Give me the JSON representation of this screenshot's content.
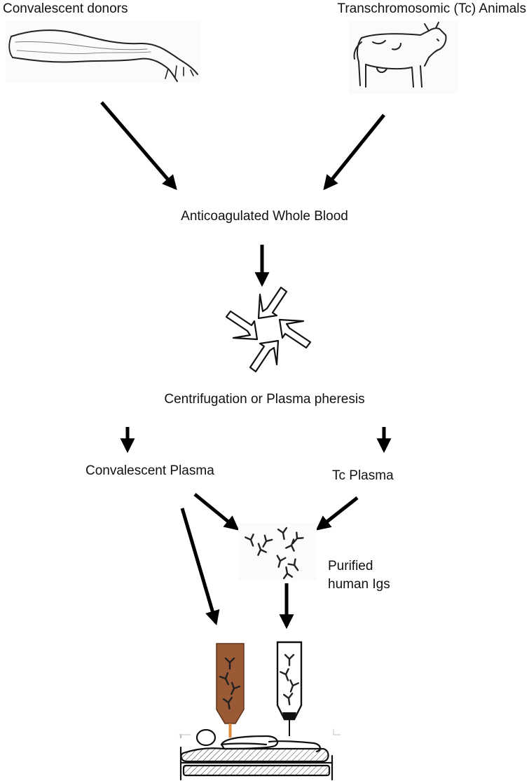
{
  "labels": {
    "donors": "Convalescent donors",
    "tc_animals": "Transchromosomic (Tc) Animals",
    "whole_blood": "Anticoagulated Whole Blood",
    "centrifugation": "Centrifugation or Plasma pheresis",
    "convalescent_plasma": "Convalescent Plasma",
    "tc_plasma": "Tc Plasma",
    "purified_line1": "Purified",
    "purified_line2": "human Igs"
  },
  "icons": [
    "arm-icon",
    "cow-icon",
    "centrifuge-icon",
    "antibodies-icon",
    "plasma-bag-icon",
    "ig-bag-icon",
    "patient-bed-icon"
  ],
  "colors": {
    "arrow": "#000000",
    "plasma_bag": "#9a5a36",
    "plasma_tube": "#e08a3c",
    "ig_bag": "#ffffff"
  }
}
